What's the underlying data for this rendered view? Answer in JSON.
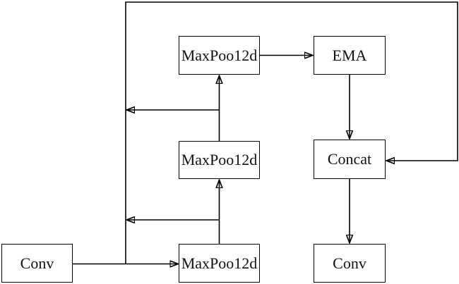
{
  "figure": {
    "background_color": "#ffffff",
    "line_color": "#000000",
    "nodes": {
      "conv_in": {
        "label": "Conv"
      },
      "maxpool_1": {
        "label": "MaxPoo12d"
      },
      "maxpool_2": {
        "label": "MaxPoo12d"
      },
      "maxpool_3": {
        "label": "MaxPoo12d"
      },
      "ema": {
        "label": "EMA"
      },
      "concat": {
        "label": "Concat"
      },
      "conv_out": {
        "label": "Conv"
      }
    },
    "connections": [
      {
        "from": "conv_in",
        "to": "maxpool_1",
        "style": "arrow-right"
      },
      {
        "from": "maxpool_1",
        "to": "maxpool_2",
        "style": "arrow-up"
      },
      {
        "from": "maxpool_2",
        "to": "maxpool_3",
        "style": "arrow-up"
      },
      {
        "from": "maxpool_3",
        "to": "ema",
        "style": "arrow-right"
      },
      {
        "from": "ema",
        "to": "concat",
        "style": "arrow-down"
      },
      {
        "from": "maxpool_1",
        "to": "collector_line",
        "style": "arrow-left"
      },
      {
        "from": "maxpool_2",
        "to": "collector_line",
        "style": "arrow-left"
      },
      {
        "from": "collector_line",
        "to": "concat",
        "style": "loop-over-top-and-right-edge, arrow-left-into-concat"
      },
      {
        "from": "concat",
        "to": "conv_out",
        "style": "arrow-down"
      }
    ]
  }
}
